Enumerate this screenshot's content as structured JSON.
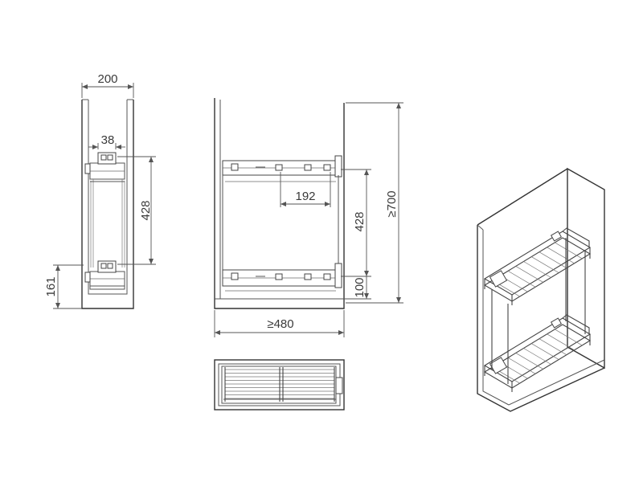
{
  "views": {
    "side": {
      "width_label": "200",
      "offset_label": "38",
      "basket_spacing_label": "428",
      "bottom_height_label": "161"
    },
    "front": {
      "height_label": "≥700",
      "basket_spacing_label": "428",
      "bottom_height_label": "100",
      "slide_depth_label": "192",
      "cabinet_depth_label": "≥480"
    },
    "top": {},
    "isometric": {}
  }
}
